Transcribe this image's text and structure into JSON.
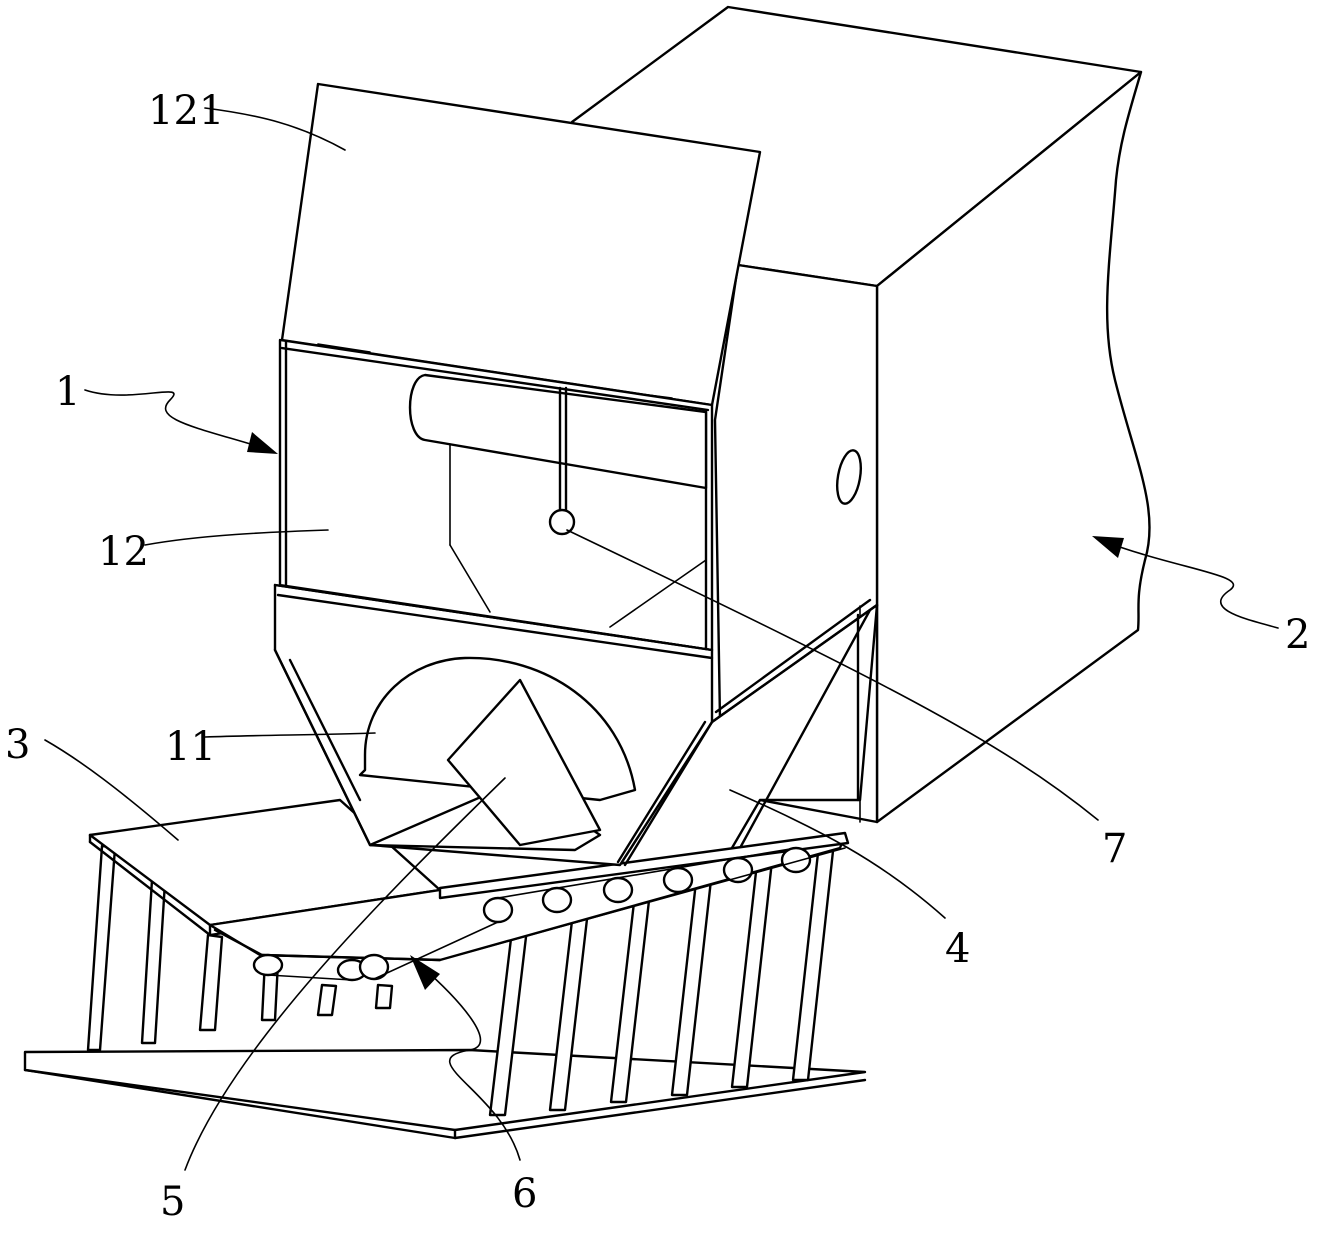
{
  "labels": {
    "l121": "121",
    "l1": "1",
    "l12": "12",
    "l11": "11",
    "l3": "3",
    "l2": "2",
    "l7": "7",
    "l4": "4",
    "l5": "5",
    "l6": "6"
  }
}
